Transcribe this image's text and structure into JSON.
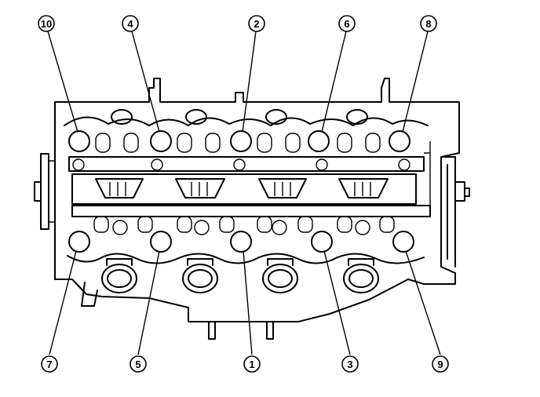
{
  "diagram": {
    "callouts_top": [
      {
        "label": "10",
        "target": "bolt-10"
      },
      {
        "label": "4",
        "target": "bolt-4"
      },
      {
        "label": "2",
        "target": "bolt-2"
      },
      {
        "label": "6",
        "target": "bolt-6"
      },
      {
        "label": "8",
        "target": "bolt-8"
      }
    ],
    "callouts_bottom": [
      {
        "label": "7",
        "target": "bolt-7"
      },
      {
        "label": "5",
        "target": "bolt-5"
      },
      {
        "label": "1",
        "target": "bolt-1"
      },
      {
        "label": "3",
        "target": "bolt-3"
      },
      {
        "label": "9",
        "target": "bolt-9"
      }
    ]
  }
}
